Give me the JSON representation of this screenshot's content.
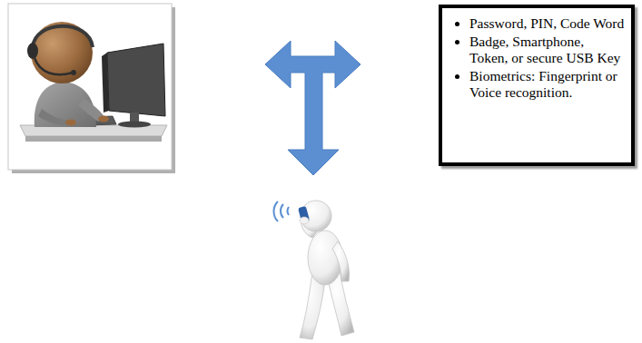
{
  "diagram": {
    "nodes": [
      {
        "text": [
          "Password, PIN, Code Word",
          "Badge, Smartphone, Token, or secure USB Key",
          "Biometrics: Fingerprint or Voice recognition."
        ]
      }
    ]
  }
}
